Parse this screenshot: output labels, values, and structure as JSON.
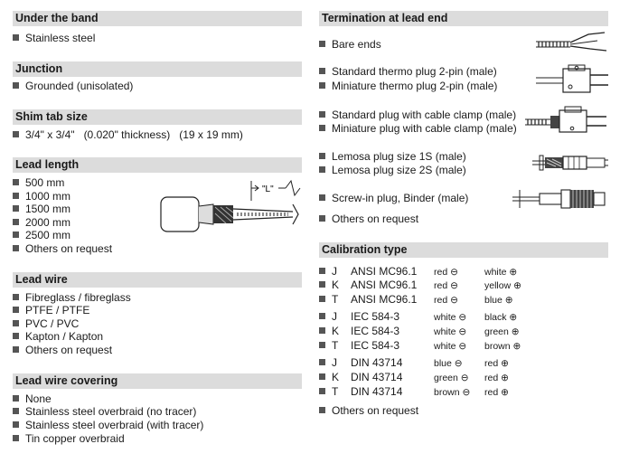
{
  "under_band": {
    "title": "Under the band",
    "items": [
      "Stainless steel"
    ]
  },
  "junction": {
    "title": "Junction",
    "items": [
      "Grounded (unisolated)"
    ]
  },
  "shim_tab": {
    "title": "Shim tab size",
    "size": "3/4\" x 3/4\"",
    "thickness": "(0.020\" thickness)",
    "metric": "(19 x 19 mm)"
  },
  "lead_length": {
    "title": "Lead length",
    "items": [
      "500 mm",
      "1000 mm",
      "1500 mm",
      "2000 mm",
      "2500 mm",
      "Others on request"
    ],
    "diagram_label": "\"L\""
  },
  "lead_wire": {
    "title": "Lead wire",
    "items": [
      "Fibreglass / fibreglass",
      "PTFE / PTFE",
      "PVC / PVC",
      "Kapton / Kapton",
      "Others on request"
    ]
  },
  "lead_wire_covering": {
    "title": "Lead wire covering",
    "items": [
      "None",
      "Stainless steel overbraid (no tracer)",
      "Stainless steel overbraid (with tracer)",
      "Tin copper overbraid"
    ]
  },
  "termination": {
    "title": "Termination at lead end",
    "items": [
      "Bare ends",
      "Standard thermo plug 2-pin (male)",
      "Miniature thermo plug 2-pin (male)",
      "Standard plug with cable clamp (male)",
      "Miniature plug with cable clamp (male)",
      "Lemosa plug size 1S (male)",
      "Lemosa plug size 2S (male)",
      "Screw-in plug, Binder (male)",
      "Others on request"
    ]
  },
  "calibration": {
    "title": "Calibration type",
    "rows": [
      {
        "type": "J",
        "std": "ANSI MC96.1",
        "neg": "red ⊖",
        "pos": "white ⊕"
      },
      {
        "type": "K",
        "std": "ANSI MC96.1",
        "neg": "red ⊖",
        "pos": "yellow ⊕"
      },
      {
        "type": "T",
        "std": "ANSI MC96.1",
        "neg": "red ⊖",
        "pos": "blue ⊕"
      },
      {
        "type": "J",
        "std": "IEC 584-3",
        "neg": "white ⊖",
        "pos": "black ⊕"
      },
      {
        "type": "K",
        "std": "IEC 584-3",
        "neg": "white ⊖",
        "pos": "green ⊕"
      },
      {
        "type": "T",
        "std": "IEC 584-3",
        "neg": "white ⊖",
        "pos": "brown ⊕"
      },
      {
        "type": "J",
        "std": "DIN 43714",
        "neg": "blue ⊖",
        "pos": "red ⊕"
      },
      {
        "type": "K",
        "std": "DIN 43714",
        "neg": "green ⊖",
        "pos": "red ⊕"
      },
      {
        "type": "T",
        "std": "DIN 43714",
        "neg": "brown ⊖",
        "pos": "red ⊕"
      }
    ],
    "footer": "Others on request"
  }
}
